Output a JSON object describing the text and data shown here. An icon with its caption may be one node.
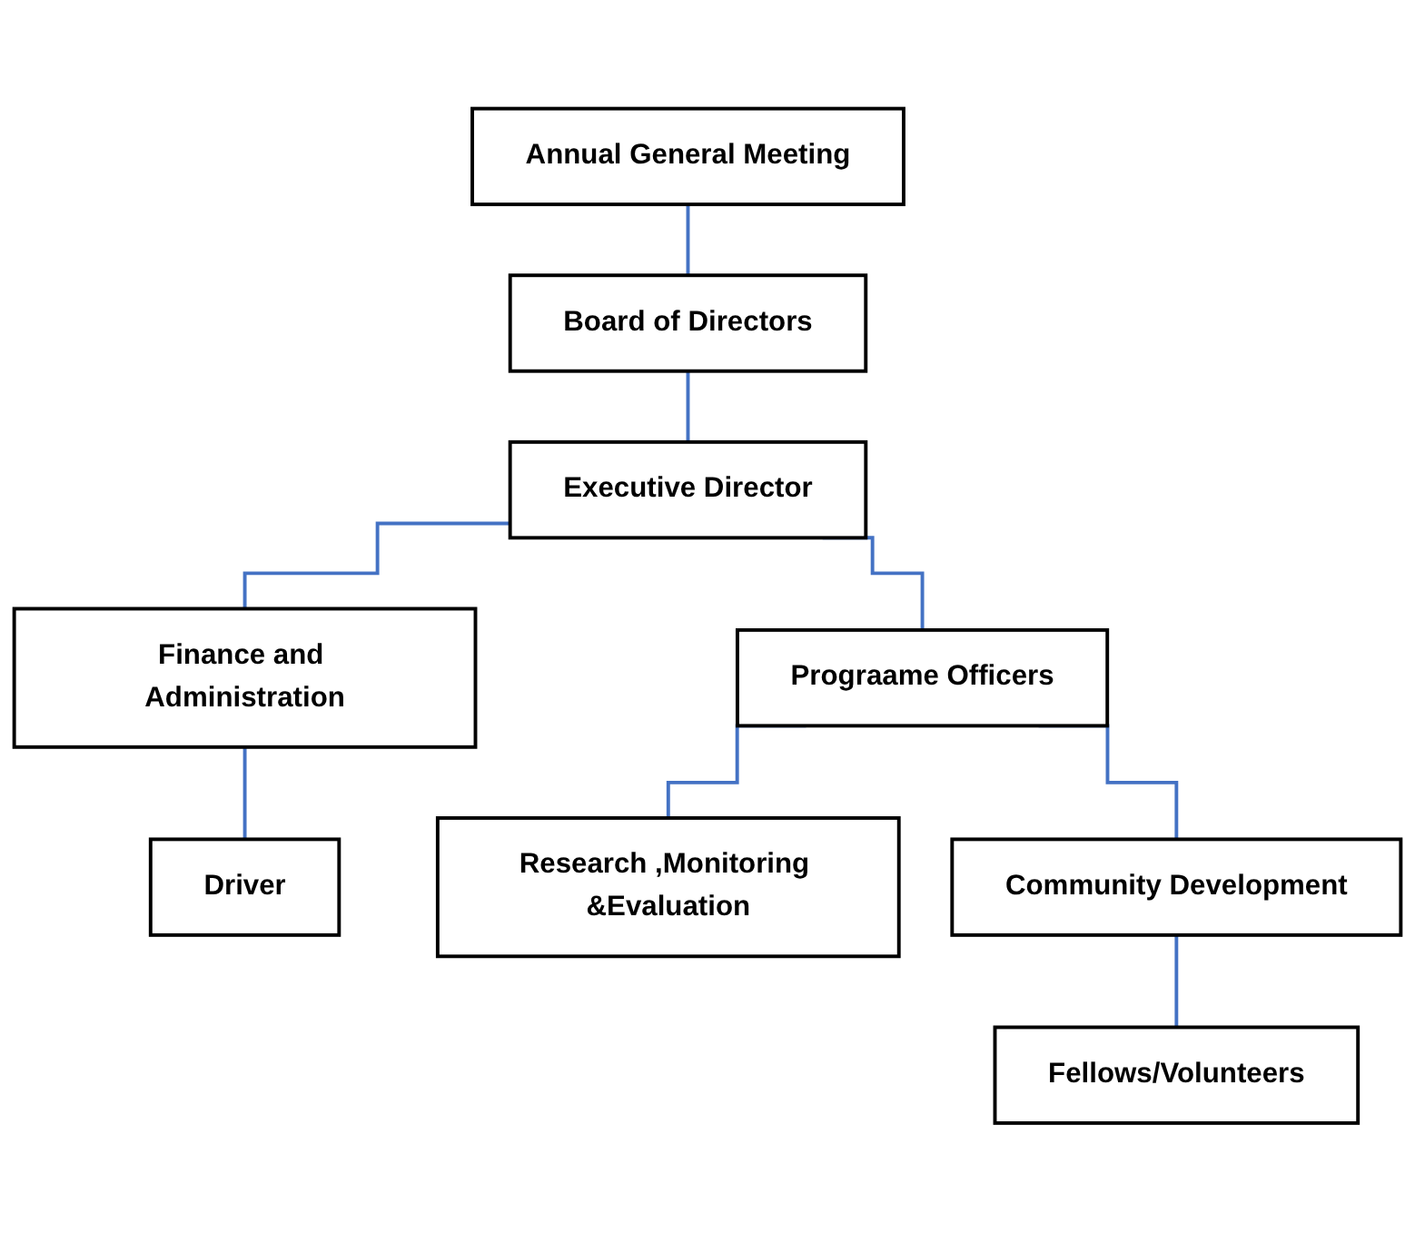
{
  "diagram": {
    "nodes": [
      {
        "text": [
          "Annual General Meeting"
        ]
      },
      {
        "text": [
          "Board of Directors"
        ]
      },
      {
        "text": [
          "Executive Director"
        ]
      },
      {
        "text": [
          "Finance and Administration"
        ]
      },
      {
        "text": [
          "Prograame Officers"
        ]
      },
      {
        "text": [
          "Driver"
        ]
      },
      {
        "text": [
          "Research ,Monitoring &Evaluation"
        ]
      },
      {
        "text": [
          "Community Development"
        ]
      },
      {
        "text": [
          "Fellows/Volunteers"
        ]
      }
    ],
    "edges": [
      {
        "from": 0,
        "to": 1,
        "arrow": "none",
        "color": "#4472c4"
      },
      {
        "from": 1,
        "to": 2,
        "arrow": "none",
        "color": "#4472c4"
      },
      {
        "from": 2,
        "to": 3,
        "arrow": "none",
        "color": "#4472c4"
      },
      {
        "from": 2,
        "to": 4,
        "arrow": "none",
        "color": "#4472c4"
      },
      {
        "from": 3,
        "to": 5,
        "arrow": "none",
        "color": "#4472c4"
      },
      {
        "from": 4,
        "to": 6,
        "arrow": "none",
        "color": "#4472c4"
      },
      {
        "from": 4,
        "to": 7,
        "arrow": "none",
        "color": "#4472c4"
      },
      {
        "from": 7,
        "to": 8,
        "arrow": "none",
        "color": "#4472c4"
      }
    ]
  }
}
